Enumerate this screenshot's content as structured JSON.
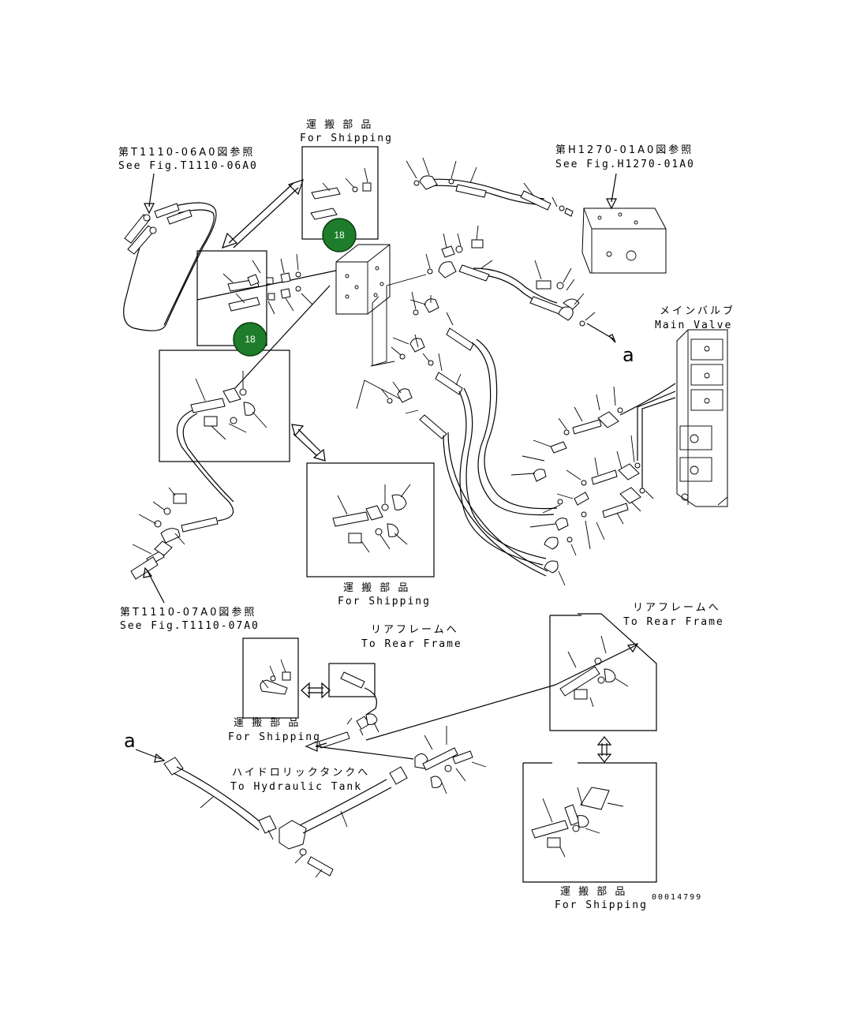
{
  "labels": {
    "ref_t06a0_jp": "第T1110-06A0図参照",
    "ref_t06a0_en": "See Fig.T1110-06A0",
    "ship1_jp": "運 搬 部 品",
    "ship1_en": "For Shipping",
    "ref_h270_jp": "第H1270-01A0図参照",
    "ref_h270_en": "See Fig.H1270-01A0",
    "main_valve_jp": "メインバルブ",
    "main_valve_en": "Main Valve",
    "a_upper": "a",
    "ship2_jp": "運 搬 部 品",
    "ship2_en": "For Shipping",
    "ref_t07a0_jp": "第T1110-07A0図参照",
    "ref_t07a0_en": "See Fig.T1110-07A0",
    "rear_frame1_jp": "リアフレームへ",
    "rear_frame1_en": "To Rear Frame",
    "rear_frame2_jp": "リアフレームへ",
    "rear_frame2_en": "To Rear Frame",
    "ship3_jp": "運 搬 部 品",
    "ship3_en": "For Shipping",
    "a_lower": "a",
    "tank_jp": "ハイドロリックタンクへ",
    "tank_en": "To Hydraulic Tank",
    "ship4_jp": "運 搬 部 品",
    "ship4_en": "For Shipping",
    "drawing_no": "00014799"
  },
  "callouts": [
    {
      "label": "18"
    },
    {
      "label": "18"
    }
  ],
  "colors": {
    "callout_fill": "#1e7d2a",
    "line": "#000000"
  }
}
